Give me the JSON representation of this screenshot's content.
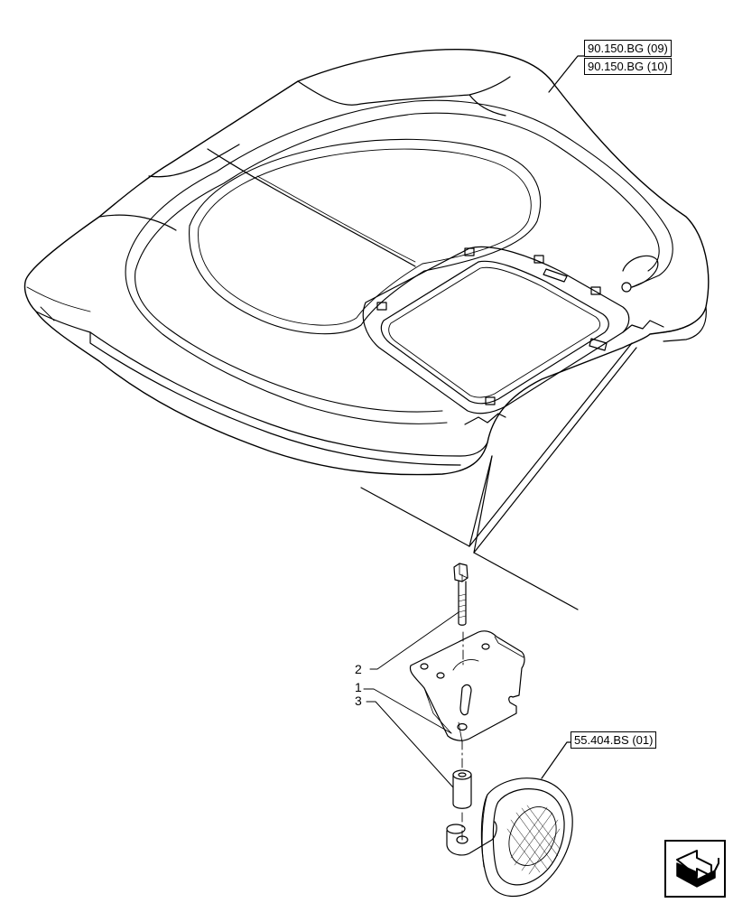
{
  "references": {
    "cab_roof_ref_1": "90.150.BG (09)",
    "cab_roof_ref_2": "90.150.BG (10)",
    "work_light_ref": "55.404.BS (01)"
  },
  "callouts": {
    "item_2": "2",
    "item_1": "1",
    "item_3": "3"
  },
  "icons": {
    "navigation": "navigation-arrow-icon"
  },
  "colors": {
    "line": "#000000",
    "background": "#ffffff"
  }
}
